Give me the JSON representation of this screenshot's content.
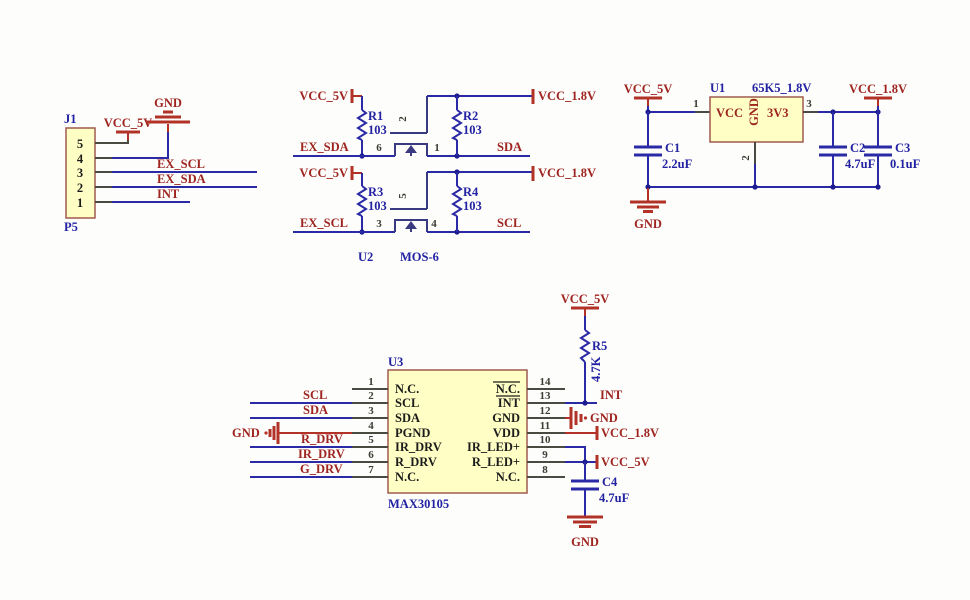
{
  "colors": {
    "wire_blue": "#2a2aa6",
    "wire_dark": "#4a4a42",
    "power_red": "#b23228",
    "net_label_red": "#9e2420",
    "designator_blue": "#2222a2",
    "part_fill_yellow": "#ffffc5",
    "part_border": "#a05a50"
  },
  "connector": {
    "refdes": "J1",
    "name": "P5",
    "pins": [
      "5",
      "4",
      "3",
      "2",
      "1"
    ],
    "net_vcc": "VCC_5V",
    "net_gnd": "GND",
    "net_ex_scl": "EX_SCL",
    "net_ex_sda": "EX_SDA",
    "net_int": "INT"
  },
  "shifter": {
    "refdes": "U2",
    "part": "MOS-6",
    "vcc5_top": "VCC_5V",
    "vcc18_top": "VCC_1.8V",
    "vcc5_bot": "VCC_5V",
    "vcc18_bot": "VCC_1.8V",
    "r1": {
      "ref": "R1",
      "val": "103"
    },
    "r2": {
      "ref": "R2",
      "val": "103"
    },
    "r3": {
      "ref": "R3",
      "val": "103"
    },
    "r4": {
      "ref": "R4",
      "val": "103"
    },
    "net_ex_sda": "EX_SDA",
    "net_sda": "SDA",
    "net_ex_scl": "EX_SCL",
    "net_scl": "SCL",
    "pin6": "6",
    "pin1": "1",
    "pin2": "2",
    "pin3": "3",
    "pin4": "4",
    "pin5": "5"
  },
  "regulator": {
    "refdes": "U1",
    "subtitle": "65K5_1.8V",
    "pin_in_name": "VCC",
    "pin_gnd_name": "GND",
    "pin_out_name": "3V3",
    "pin1": "1",
    "pin2": "2",
    "pin3": "3",
    "net_in": "VCC_5V",
    "net_out": "VCC_1.8V",
    "net_gnd": "GND",
    "c1": {
      "ref": "C1",
      "val": "2.2uF"
    },
    "c2": {
      "ref": "C2",
      "val": "4.7uF"
    },
    "c3": {
      "ref": "C3",
      "val": "0.1uF"
    }
  },
  "sensor": {
    "refdes": "U3",
    "part": "MAX30105",
    "left_pins": [
      {
        "num": "1",
        "name": "N.C.",
        "net": ""
      },
      {
        "num": "2",
        "name": "SCL",
        "net": "SCL"
      },
      {
        "num": "3",
        "name": "SDA",
        "net": "SDA"
      },
      {
        "num": "4",
        "name": "PGND",
        "net": "GND"
      },
      {
        "num": "5",
        "name": "IR_DRV",
        "net": "R_DRV"
      },
      {
        "num": "6",
        "name": "R_DRV",
        "net": "IR_DRV"
      },
      {
        "num": "7",
        "name": "N.C.",
        "net": "G_DRV"
      }
    ],
    "right_pins": [
      {
        "num": "14",
        "name": "N.C."
      },
      {
        "num": "13",
        "name": "INT"
      },
      {
        "num": "12",
        "name": "GND"
      },
      {
        "num": "11",
        "name": "VDD"
      },
      {
        "num": "10",
        "name": "IR_LED+"
      },
      {
        "num": "9",
        "name": "R_LED+"
      },
      {
        "num": "8",
        "name": "N.C."
      }
    ],
    "r5": {
      "ref": "R5",
      "val": "4.7K"
    },
    "c4": {
      "ref": "C4",
      "val": "4.7uF"
    },
    "net_pullup": "VCC_5V",
    "net_int": "INT",
    "net_gnd_right": "GND",
    "net_vdd": "VCC_1.8V",
    "net_led": "VCC_5V",
    "net_gnd_bottom": "GND"
  }
}
